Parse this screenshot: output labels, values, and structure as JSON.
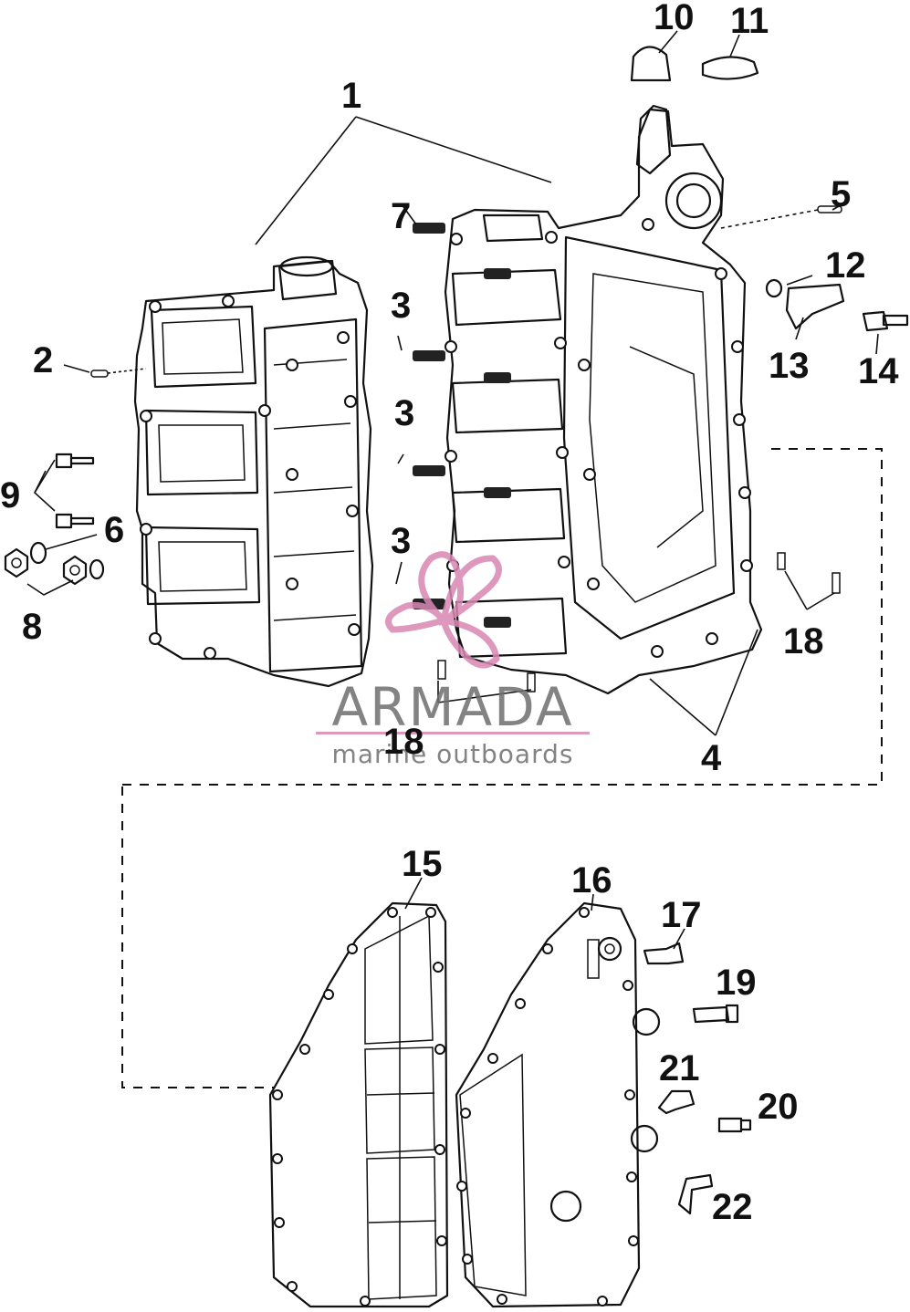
{
  "diagram": {
    "callouts": [
      "1",
      "2",
      "3",
      "3",
      "3",
      "4",
      "5",
      "6",
      "7",
      "8",
      "9",
      "10",
      "11",
      "12",
      "13",
      "14",
      "15",
      "16",
      "17",
      "18",
      "18",
      "19",
      "20",
      "21",
      "22"
    ]
  },
  "watermark": {
    "brand": "ARMADA",
    "tagline": "marine outboards",
    "color": "#d987b3"
  }
}
